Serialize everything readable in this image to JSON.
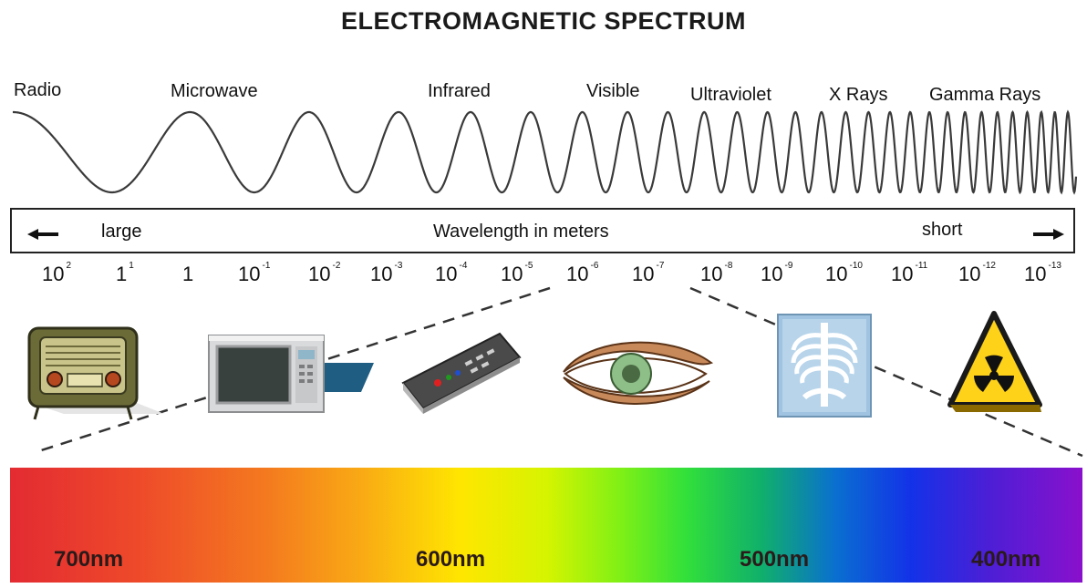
{
  "title": "ELECTROMAGNETIC SPECTRUM",
  "bands": [
    "Radio",
    "Microwave",
    "Infrared",
    "Visible",
    "Ultraviolet",
    "X Rays",
    "Gamma Rays"
  ],
  "scale": {
    "left": "large",
    "center": "Wavelength in meters",
    "right": "short"
  },
  "wavelengths": [
    {
      "base": "10",
      "exp": "2"
    },
    {
      "base": "1",
      "exp": "1"
    },
    {
      "base": "1",
      "exp": ""
    },
    {
      "base": "10",
      "exp": "-1"
    },
    {
      "base": "10",
      "exp": "-2"
    },
    {
      "base": "10",
      "exp": "-3"
    },
    {
      "base": "10",
      "exp": "-4"
    },
    {
      "base": "10",
      "exp": "-5"
    },
    {
      "base": "10",
      "exp": "-6"
    },
    {
      "base": "10",
      "exp": "-7"
    },
    {
      "base": "10",
      "exp": "-8"
    },
    {
      "base": "10",
      "exp": "-9"
    },
    {
      "base": "10",
      "exp": "-10"
    },
    {
      "base": "10",
      "exp": "-11"
    },
    {
      "base": "10",
      "exp": "-12"
    },
    {
      "base": "10",
      "exp": "-13"
    }
  ],
  "icons": [
    "radio-icon",
    "microwave-oven-icon",
    "remote-control-icon",
    "eye-icon",
    "xray-chest-icon",
    "radiation-warning-icon"
  ],
  "visible_spectrum": [
    "700nm",
    "600nm",
    "500nm",
    "400nm"
  ]
}
